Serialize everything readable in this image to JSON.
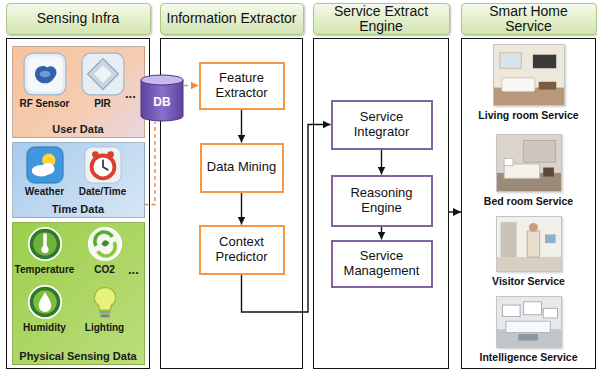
{
  "diagram": {
    "nodes": [
      {
        "text": [
          "Sensing Infra"
        ]
      },
      {
        "text": [
          "User Data"
        ],
        "in": 0
      },
      {
        "text": [
          "RF Sensor"
        ],
        "in": 1
      },
      {
        "text": [
          "PIR"
        ],
        "in": 1
      },
      {
        "text": [
          "Time Data"
        ],
        "in": 0
      },
      {
        "text": [
          "Weather"
        ],
        "in": 4
      },
      {
        "text": [
          "Date/Time"
        ],
        "in": 4
      },
      {
        "text": [
          "Physical Sensing Data"
        ],
        "in": 0
      },
      {
        "text": [
          "Temperature"
        ],
        "in": 7
      },
      {
        "text": [
          "CO2"
        ],
        "in": 7
      },
      {
        "text": [
          "Humidity"
        ],
        "in": 7
      },
      {
        "text": [
          "Lighting"
        ],
        "in": 7
      },
      {
        "text": [
          "DB"
        ]
      },
      {
        "text": [
          "Information Extractor"
        ]
      },
      {
        "text": [
          "Feature Extractor"
        ],
        "in": 13
      },
      {
        "text": [
          "Data Mining"
        ],
        "in": 13
      },
      {
        "text": [
          "Context Predictor"
        ],
        "in": 13
      },
      {
        "text": [
          "Service Extract Engine"
        ]
      },
      {
        "text": [
          "Service Integrator"
        ],
        "in": 17
      },
      {
        "text": [
          "Reasoning Engine"
        ],
        "in": 17
      },
      {
        "text": [
          "Service Management"
        ],
        "in": 17
      },
      {
        "text": [
          "Smart Home Service"
        ]
      },
      {
        "text": [
          "Living room Service"
        ],
        "in": 21
      },
      {
        "text": [
          "Bed room Service"
        ],
        "in": 21
      },
      {
        "text": [
          "Visitor Service"
        ],
        "in": 21
      },
      {
        "text": [
          "Intelligence Service"
        ],
        "in": 21
      }
    ],
    "edges": [
      {
        "from": 4,
        "to": 12,
        "arrow": "none"
      },
      {
        "from": 12,
        "to": 14,
        "arrow": "to"
      },
      {
        "from": 14,
        "to": 15,
        "arrow": "to"
      },
      {
        "from": 15,
        "to": 16,
        "arrow": "to"
      },
      {
        "from": 16,
        "to": 18,
        "arrow": "to"
      },
      {
        "from": 18,
        "to": 19,
        "arrow": "to"
      },
      {
        "from": 19,
        "to": 20,
        "arrow": "to"
      },
      {
        "from": 17,
        "to": 21,
        "arrow": "to"
      }
    ],
    "labels": [
      "...",
      "..."
    ]
  }
}
